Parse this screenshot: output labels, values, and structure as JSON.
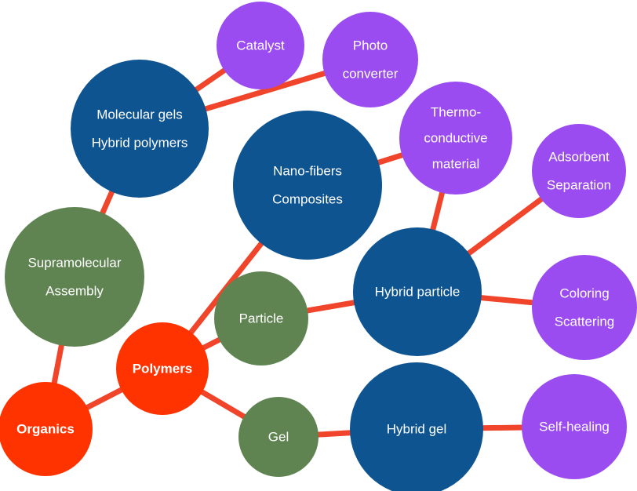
{
  "colors": {
    "edge": "#f0452b",
    "red": "#ff3300",
    "green": "#5f8451",
    "blue": "#0e5490",
    "purple": "#9b4cf0"
  },
  "nodes": [
    {
      "id": "organics",
      "lines": [
        "Organics"
      ],
      "color": "red",
      "bold": true
    },
    {
      "id": "polymers",
      "lines": [
        "Polymers"
      ],
      "color": "red",
      "bold": true
    },
    {
      "id": "supramolecular",
      "lines": [
        "Supramolecular",
        "Assembly"
      ],
      "color": "green"
    },
    {
      "id": "particle",
      "lines": [
        "Particle"
      ],
      "color": "green"
    },
    {
      "id": "gel",
      "lines": [
        "Gel"
      ],
      "color": "green"
    },
    {
      "id": "molecular-gels",
      "lines": [
        "Molecular gels",
        "Hybrid polymers"
      ],
      "color": "blue"
    },
    {
      "id": "nano-fibers",
      "lines": [
        "Nano-fibers",
        "Composites"
      ],
      "color": "blue"
    },
    {
      "id": "hybrid-particle",
      "lines": [
        "Hybrid particle"
      ],
      "color": "blue"
    },
    {
      "id": "hybrid-gel",
      "lines": [
        "Hybrid gel"
      ],
      "color": "blue"
    },
    {
      "id": "catalyst",
      "lines": [
        "Catalyst"
      ],
      "color": "purple"
    },
    {
      "id": "photo-converter",
      "lines": [
        "Photo",
        "converter"
      ],
      "color": "purple"
    },
    {
      "id": "thermo-conductive",
      "lines": [
        "Thermo-",
        "conductive",
        "material"
      ],
      "color": "purple"
    },
    {
      "id": "adsorbent",
      "lines": [
        "Adsorbent",
        "Separation"
      ],
      "color": "purple"
    },
    {
      "id": "coloring",
      "lines": [
        "Coloring",
        "Scattering"
      ],
      "color": "purple"
    },
    {
      "id": "self-healing",
      "lines": [
        "Self-healing"
      ],
      "color": "purple"
    }
  ],
  "edges": [
    [
      "organics",
      "supramolecular"
    ],
    [
      "organics",
      "polymers"
    ],
    [
      "supramolecular",
      "molecular-gels"
    ],
    [
      "molecular-gels",
      "catalyst"
    ],
    [
      "molecular-gels",
      "photo-converter"
    ],
    [
      "polymers",
      "nano-fibers"
    ],
    [
      "polymers",
      "particle"
    ],
    [
      "polymers",
      "gel"
    ],
    [
      "nano-fibers",
      "thermo-conductive"
    ],
    [
      "particle",
      "hybrid-particle"
    ],
    [
      "hybrid-particle",
      "thermo-conductive"
    ],
    [
      "hybrid-particle",
      "adsorbent"
    ],
    [
      "hybrid-particle",
      "coloring"
    ],
    [
      "gel",
      "hybrid-gel"
    ],
    [
      "hybrid-gel",
      "self-healing"
    ]
  ]
}
